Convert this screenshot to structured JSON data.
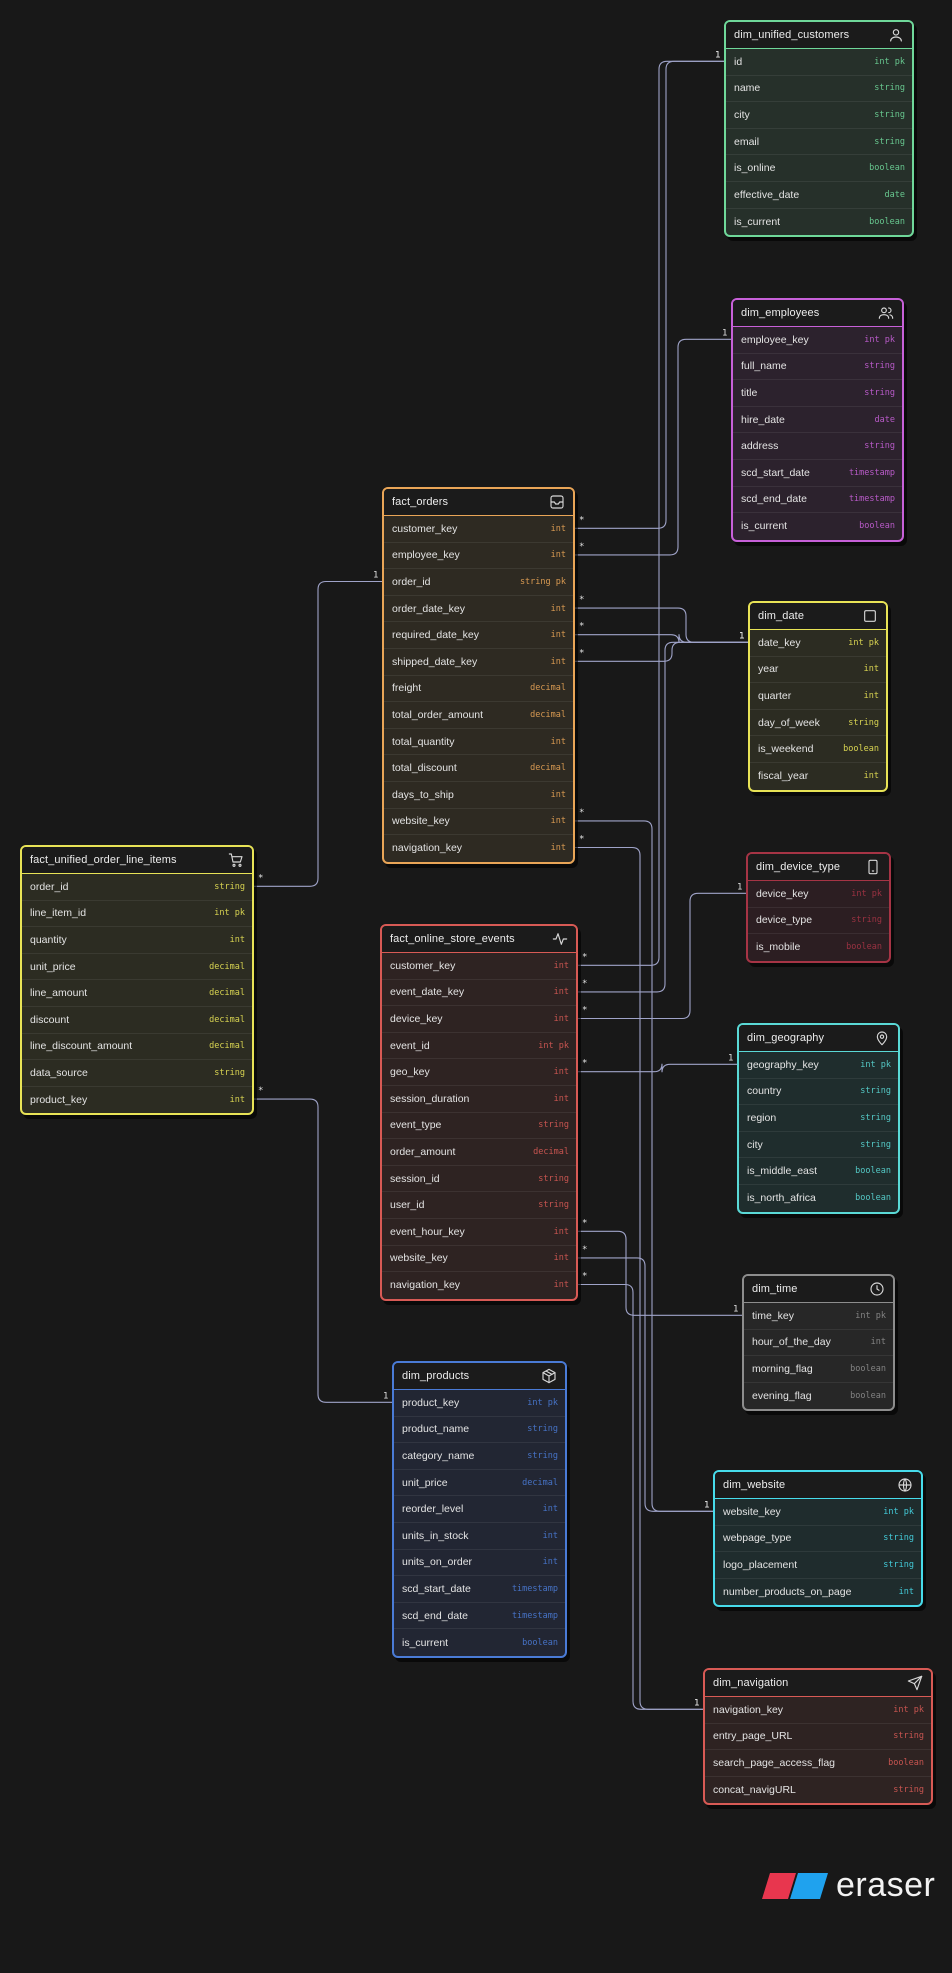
{
  "colors": {
    "green": "#6fd89a",
    "purple": "#c760d8",
    "orange": "#e9a557",
    "yellow": "#e8e356",
    "red": "#d85a55",
    "crimson": "#a63445",
    "cyan": "#5ad9d6",
    "gray": "#8d8d8d",
    "blue": "#4a7bd6",
    "teal": "#47dceb",
    "wire": "#9fa3c8"
  },
  "entities": [
    {
      "id": "dim_unified_customers",
      "title": "dim_unified_customers",
      "icon": "user-icon",
      "color": "green",
      "fields": [
        [
          "id",
          "int pk"
        ],
        [
          "name",
          "string"
        ],
        [
          "city",
          "string"
        ],
        [
          "email",
          "string"
        ],
        [
          "is_online",
          "boolean"
        ],
        [
          "effective_date",
          "date"
        ],
        [
          "is_current",
          "boolean"
        ]
      ]
    },
    {
      "id": "dim_employees",
      "title": "dim_employees",
      "icon": "users-icon",
      "color": "purple",
      "fields": [
        [
          "employee_key",
          "int pk"
        ],
        [
          "full_name",
          "string"
        ],
        [
          "title",
          "string"
        ],
        [
          "hire_date",
          "date"
        ],
        [
          "address",
          "string"
        ],
        [
          "scd_start_date",
          "timestamp"
        ],
        [
          "scd_end_date",
          "timestamp"
        ],
        [
          "is_current",
          "boolean"
        ]
      ]
    },
    {
      "id": "fact_orders",
      "title": "fact_orders",
      "icon": "inbox-icon",
      "color": "orange",
      "fields": [
        [
          "customer_key",
          "int"
        ],
        [
          "employee_key",
          "int"
        ],
        [
          "order_id",
          "string pk"
        ],
        [
          "order_date_key",
          "int"
        ],
        [
          "required_date_key",
          "int"
        ],
        [
          "shipped_date_key",
          "int"
        ],
        [
          "freight",
          "decimal"
        ],
        [
          "total_order_amount",
          "decimal"
        ],
        [
          "total_quantity",
          "int"
        ],
        [
          "total_discount",
          "decimal"
        ],
        [
          "days_to_ship",
          "int"
        ],
        [
          "website_key",
          "int"
        ],
        [
          "navigation_key",
          "int"
        ]
      ]
    },
    {
      "id": "dim_date",
      "title": "dim_date",
      "icon": "calendar-square-icon",
      "color": "yellow",
      "fields": [
        [
          "date_key",
          "int pk"
        ],
        [
          "year",
          "int"
        ],
        [
          "quarter",
          "int"
        ],
        [
          "day_of_week",
          "string"
        ],
        [
          "is_weekend",
          "boolean"
        ],
        [
          "fiscal_year",
          "int"
        ]
      ]
    },
    {
      "id": "fact_unified_order_line_items",
      "title": "fact_unified_order_line_items",
      "icon": "shopping-cart-icon",
      "color": "yellow",
      "fields": [
        [
          "order_id",
          "string"
        ],
        [
          "line_item_id",
          "int pk"
        ],
        [
          "quantity",
          "int"
        ],
        [
          "unit_price",
          "decimal"
        ],
        [
          "line_amount",
          "decimal"
        ],
        [
          "discount",
          "decimal"
        ],
        [
          "line_discount_amount",
          "decimal"
        ],
        [
          "data_source",
          "string"
        ],
        [
          "product_key",
          "int"
        ]
      ]
    },
    {
      "id": "dim_device_type",
      "title": "dim_device_type",
      "icon": "smartphone-icon",
      "color": "crimson",
      "fields": [
        [
          "device_key",
          "int pk"
        ],
        [
          "device_type",
          "string"
        ],
        [
          "is_mobile",
          "boolean"
        ]
      ]
    },
    {
      "id": "fact_online_store_events",
      "title": "fact_online_store_events",
      "icon": "activity-icon",
      "color": "red",
      "fields": [
        [
          "customer_key",
          "int"
        ],
        [
          "event_date_key",
          "int"
        ],
        [
          "device_key",
          "int"
        ],
        [
          "event_id",
          "int pk"
        ],
        [
          "geo_key",
          "int"
        ],
        [
          "session_duration",
          "int"
        ],
        [
          "event_type",
          "string"
        ],
        [
          "order_amount",
          "decimal"
        ],
        [
          "session_id",
          "string"
        ],
        [
          "user_id",
          "string"
        ],
        [
          "event_hour_key",
          "int"
        ],
        [
          "website_key",
          "int"
        ],
        [
          "navigation_key",
          "int"
        ]
      ]
    },
    {
      "id": "dim_geography",
      "title": "dim_geography",
      "icon": "map-pin-icon",
      "color": "cyan",
      "fields": [
        [
          "geography_key",
          "int pk"
        ],
        [
          "country",
          "string"
        ],
        [
          "region",
          "string"
        ],
        [
          "city",
          "string"
        ],
        [
          "is_middle_east",
          "boolean"
        ],
        [
          "is_north_africa",
          "boolean"
        ]
      ]
    },
    {
      "id": "dim_time",
      "title": "dim_time",
      "icon": "clock-icon",
      "color": "gray",
      "fields": [
        [
          "time_key",
          "int pk"
        ],
        [
          "hour_of_the_day",
          "int"
        ],
        [
          "morning_flag",
          "boolean"
        ],
        [
          "evening_flag",
          "boolean"
        ]
      ]
    },
    {
      "id": "dim_products",
      "title": "dim_products",
      "icon": "package-icon",
      "color": "blue",
      "fields": [
        [
          "product_key",
          "int pk"
        ],
        [
          "product_name",
          "string"
        ],
        [
          "category_name",
          "string"
        ],
        [
          "unit_price",
          "decimal"
        ],
        [
          "reorder_level",
          "int"
        ],
        [
          "units_in_stock",
          "int"
        ],
        [
          "units_on_order",
          "int"
        ],
        [
          "scd_start_date",
          "timestamp"
        ],
        [
          "scd_end_date",
          "timestamp"
        ],
        [
          "is_current",
          "boolean"
        ]
      ]
    },
    {
      "id": "dim_website",
      "title": "dim_website",
      "icon": "globe-icon",
      "color": "teal",
      "fields": [
        [
          "website_key",
          "int pk"
        ],
        [
          "webpage_type",
          "string"
        ],
        [
          "logo_placement",
          "string"
        ],
        [
          "number_products_on_page",
          "int"
        ]
      ]
    },
    {
      "id": "dim_navigation",
      "title": "dim_navigation",
      "icon": "send-icon",
      "color": "red",
      "fields": [
        [
          "navigation_key",
          "int pk"
        ],
        [
          "entry_page_URL",
          "string"
        ],
        [
          "search_page_access_flag",
          "boolean"
        ],
        [
          "concat_navigURL",
          "string"
        ]
      ]
    }
  ],
  "relations": [
    {
      "from": "fact_orders.customer_key",
      "to": "dim_unified_customers.id",
      "from_card": "*",
      "to_card": "1"
    },
    {
      "from": "fact_orders.employee_key",
      "to": "dim_employees.employee_key",
      "from_card": "*",
      "to_card": "1"
    },
    {
      "from": "fact_orders.order_date_key",
      "to": "dim_date.date_key",
      "from_card": "*",
      "to_card": "1"
    },
    {
      "from": "fact_orders.required_date_key",
      "to": "dim_date.date_key",
      "from_card": "*",
      "to_card": "1"
    },
    {
      "from": "fact_orders.shipped_date_key",
      "to": "dim_date.date_key",
      "from_card": "*",
      "to_card": "1"
    },
    {
      "from": "fact_orders.website_key",
      "to": "dim_website.website_key",
      "from_card": "*",
      "to_card": "1"
    },
    {
      "from": "fact_orders.navigation_key",
      "to": "dim_navigation.navigation_key",
      "from_card": "*",
      "to_card": "1"
    },
    {
      "from": "fact_unified_order_line_items.order_id",
      "to": "fact_orders.order_id",
      "from_card": "*",
      "to_card": "1"
    },
    {
      "from": "fact_unified_order_line_items.product_key",
      "to": "dim_products.product_key",
      "from_card": "*",
      "to_card": "1"
    },
    {
      "from": "fact_online_store_events.customer_key",
      "to": "dim_unified_customers.id",
      "from_card": "*",
      "to_card": "1"
    },
    {
      "from": "fact_online_store_events.event_date_key",
      "to": "dim_date.date_key",
      "from_card": "*",
      "to_card": "1"
    },
    {
      "from": "fact_online_store_events.device_key",
      "to": "dim_device_type.device_key",
      "from_card": "*",
      "to_card": "1"
    },
    {
      "from": "fact_online_store_events.geo_key",
      "to": "dim_geography.geography_key",
      "from_card": "*",
      "to_card": "1"
    },
    {
      "from": "fact_online_store_events.event_hour_key",
      "to": "dim_time.time_key",
      "from_card": "*",
      "to_card": "1"
    },
    {
      "from": "fact_online_store_events.website_key",
      "to": "dim_website.website_key",
      "from_card": "*",
      "to_card": "1"
    },
    {
      "from": "fact_online_store_events.navigation_key",
      "to": "dim_navigation.navigation_key",
      "from_card": "*",
      "to_card": "1"
    }
  ],
  "brand": {
    "name": "eraser"
  }
}
